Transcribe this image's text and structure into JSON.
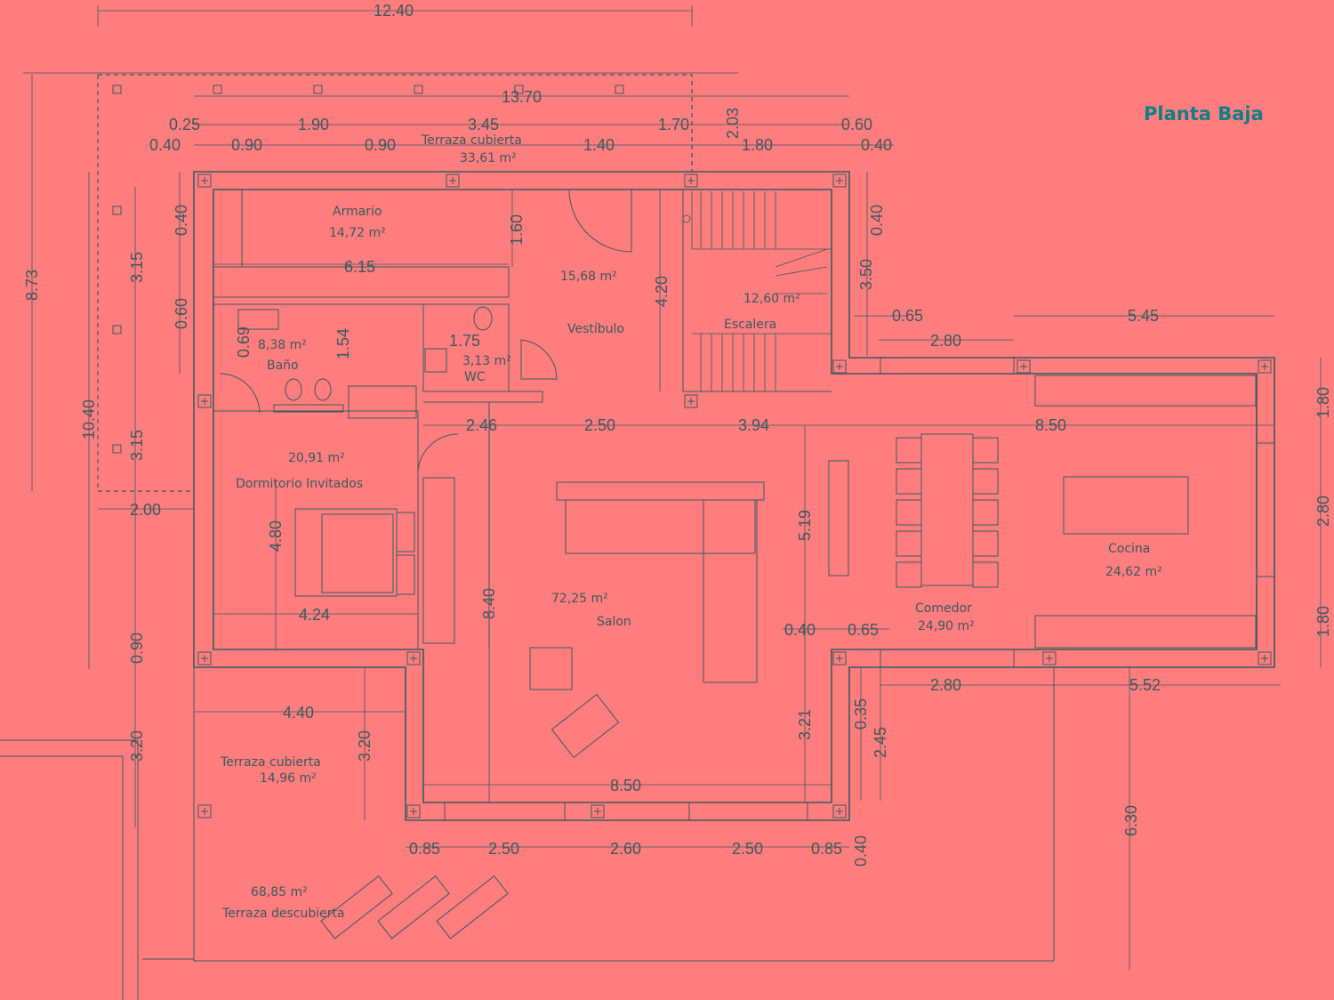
{
  "title": "Planta Baja",
  "rooms": [
    {
      "name": "Terraza cubierta",
      "area": "33,61 m²"
    },
    {
      "name": "Armario",
      "area": "14,72 m²"
    },
    {
      "name": "Vestíbulo",
      "area": "15,68 m²"
    },
    {
      "name": "Escalera",
      "area": "12,60 m²"
    },
    {
      "name": "Baño",
      "area": "8,38 m²"
    },
    {
      "name": "WC",
      "area": "3,13 m²"
    },
    {
      "name": "Dormitorio Invitados",
      "area": "20,91 m²"
    },
    {
      "name": "Salon",
      "area": "72,25 m²"
    },
    {
      "name": "Cocina",
      "area": "24,62 m²"
    },
    {
      "name": "Comedor",
      "area": "24,90 m²"
    },
    {
      "name": "Terraza cubierta",
      "area": "14,96 m²"
    },
    {
      "name": "Terraza descubierta",
      "area": "68,85 m²"
    }
  ],
  "dimensions": [
    "12.40",
    "13.70",
    "0.25",
    "1.90",
    "3.45",
    "1.70",
    "2.03",
    "0.60",
    "0.40",
    "0.90",
    "0.90",
    "1.40",
    "1.80",
    "0.40",
    "8.73",
    "3.15",
    "0.40",
    "6.15",
    "1.60",
    "4.20",
    "0.40",
    "3.50",
    "0.60",
    "0.69",
    "1.54",
    "1.75",
    "0.65",
    "5.45",
    "2.80",
    "3.15",
    "10.40",
    "2.46",
    "2.50",
    "3.94",
    "8.50",
    "1.80",
    "2.80",
    "1.80",
    "2.00",
    "4.80",
    "4.24",
    "8.40",
    "5.19",
    "0.40",
    "0.65",
    "0.90",
    "4.40",
    "3.20",
    "3.20",
    "3.21",
    "0.35",
    "2.45",
    "2.80",
    "5.52",
    "8.50",
    "0.85",
    "2.50",
    "2.60",
    "2.50",
    "0.85",
    "0.40",
    "6.30"
  ]
}
